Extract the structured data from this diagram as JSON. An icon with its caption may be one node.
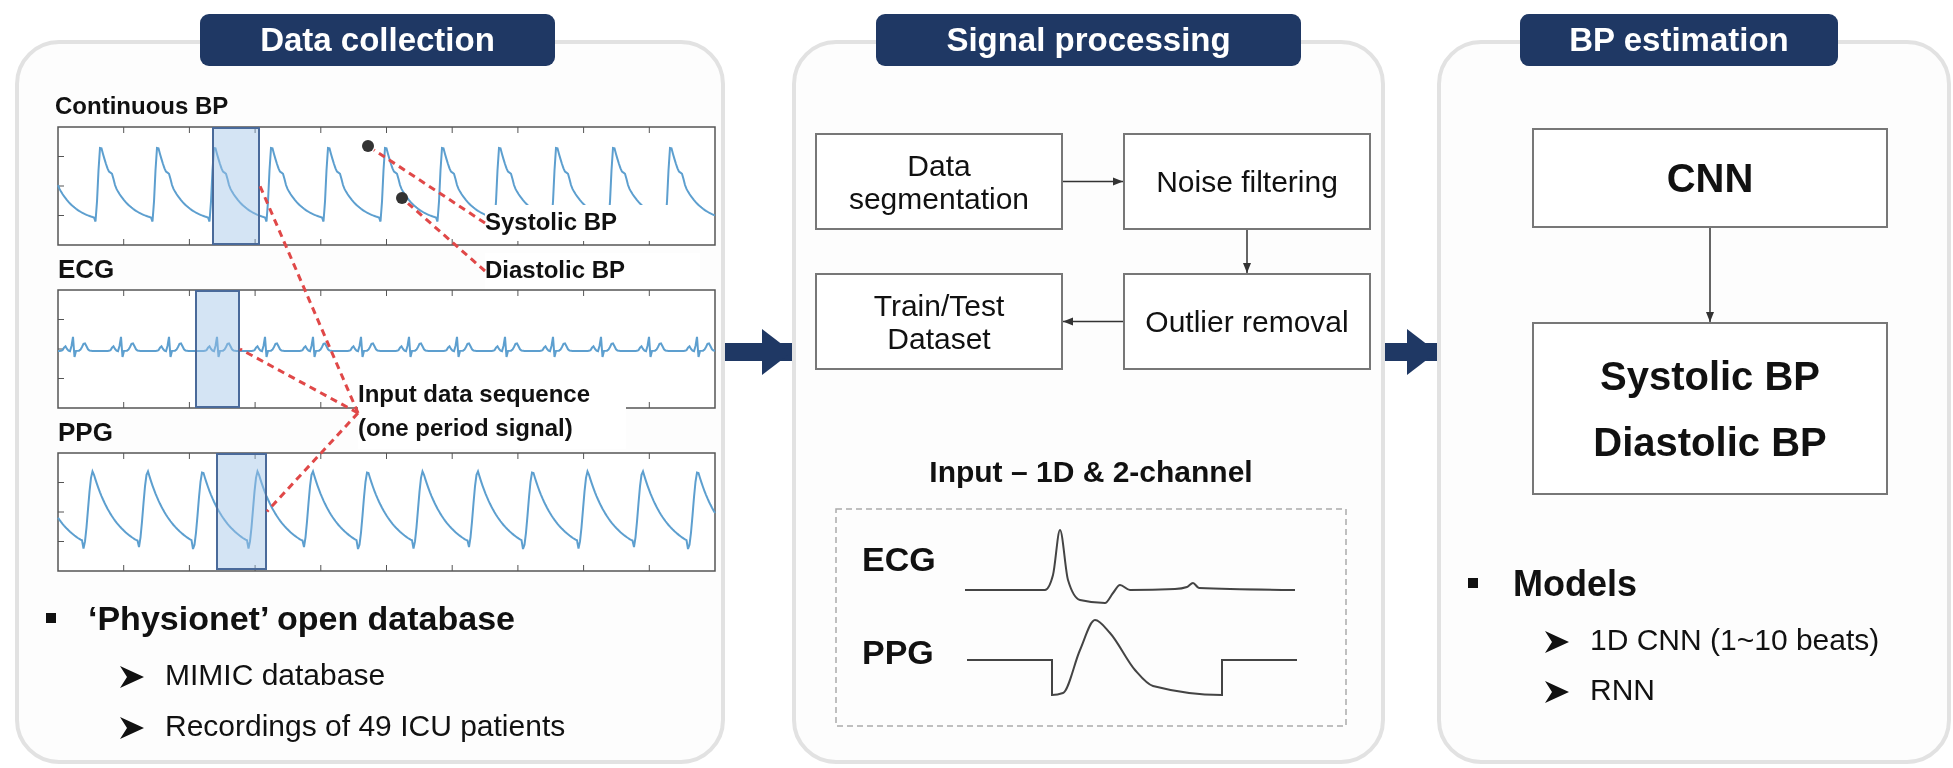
{
  "diagram": {
    "nodes": [
      {
        "text": [
          "Data collection"
        ]
      },
      {
        "text": [
          "Systolic BP"
        ],
        "in": 0
      },
      {
        "text": [
          "Diastolic BP"
        ],
        "in": 0
      },
      {
        "text": [
          "Input data sequence (one period signal)"
        ],
        "in": 0
      },
      {
        "text": [],
        "shape": "box",
        "in": 0
      },
      {
        "text": [],
        "shape": "box",
        "in": 0
      },
      {
        "text": [],
        "shape": "box",
        "in": 0
      },
      {
        "text": [],
        "shape": "circle",
        "in": 0
      },
      {
        "text": [],
        "shape": "circle",
        "in": 0
      },
      {
        "text": [
          "Signal processing"
        ]
      },
      {
        "text": [
          "Data segmentation"
        ],
        "in": 9
      },
      {
        "text": [
          "Noise filtering"
        ],
        "in": 9
      },
      {
        "text": [
          "Train/Test Dataset"
        ],
        "in": 9
      },
      {
        "text": [
          "Outlier removal"
        ],
        "in": 9
      },
      {
        "text": [
          "BP estimation"
        ]
      },
      {
        "text": [
          "CNN"
        ],
        "in": 14
      },
      {
        "text": [
          "Systolic BP",
          "Diastolic BP"
        ],
        "in": 14
      },
      {
        "text": [
          "Input – 1D & 2-channel",
          "ECG",
          "PPG"
        ],
        "in": 9
      }
    ],
    "edges": [
      {
        "from": 1,
        "to": 7,
        "arrow": "none",
        "style": "dashed",
        "color": "#e04848"
      },
      {
        "from": 2,
        "to": 8,
        "arrow": "none",
        "style": "dashed",
        "color": "#e04848"
      },
      {
        "from": 3,
        "to": 4,
        "arrow": "none",
        "style": "dashed",
        "color": "#e04848"
      },
      {
        "from": 3,
        "to": 5,
        "arrow": "none",
        "style": "dashed",
        "color": "#e04848"
      },
      {
        "from": 3,
        "to": 6,
        "arrow": "none",
        "style": "dashed",
        "color": "#e04848"
      },
      {
        "from": 0,
        "to": 9,
        "arrow": "to",
        "style": "thick",
        "color": "#1f3864"
      },
      {
        "from": 10,
        "to": 11,
        "arrow": "to",
        "color": "#333333"
      },
      {
        "from": 11,
        "to": 13,
        "arrow": "to",
        "color": "#333333"
      },
      {
        "from": 13,
        "to": 12,
        "arrow": "to",
        "color": "#333333"
      },
      {
        "from": 9,
        "to": 14,
        "arrow": "to",
        "style": "thick",
        "color": "#1f3864"
      },
      {
        "from": 15,
        "to": 16,
        "arrow": "to",
        "color": "#333333"
      }
    ],
    "labels": [
      "Continuous BP",
      "ECG",
      "PPG",
      "‘Physionet’ open database",
      "MIMIC database",
      "Recordings of 49 ICU patients",
      "Models",
      "1D CNN (1~10 beats)",
      "RNN"
    ]
  }
}
